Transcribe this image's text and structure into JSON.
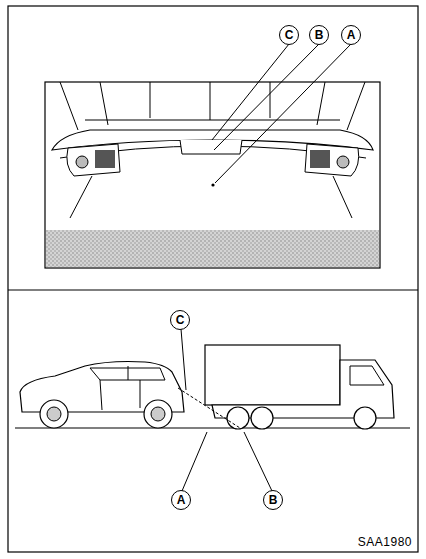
{
  "diagram": {
    "labels": [
      "C",
      "B",
      "A",
      "C",
      "A",
      "B",
      "SAA1980"
    ]
  }
}
